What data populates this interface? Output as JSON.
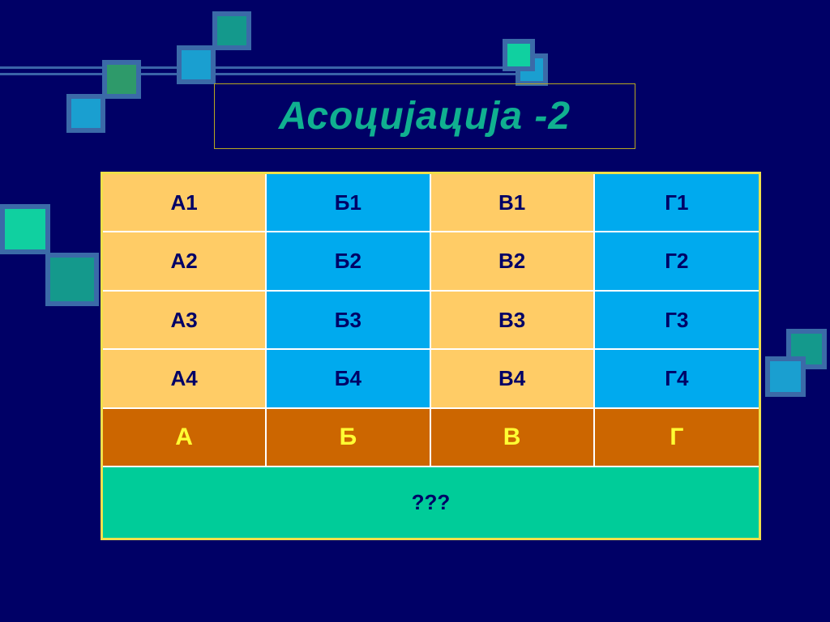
{
  "title": "Асоцијација -2",
  "columns": [
    {
      "cells": [
        "А1",
        "А2",
        "А3",
        "А4"
      ],
      "answer": "А"
    },
    {
      "cells": [
        "Б1",
        "Б2",
        "Б3",
        "Б4"
      ],
      "answer": "Б"
    },
    {
      "cells": [
        "В1",
        "В2",
        "В3",
        "В4"
      ],
      "answer": "В"
    },
    {
      "cells": [
        "Г1",
        "Г2",
        "Г3",
        "Г4"
      ],
      "answer": "Г"
    }
  ],
  "final_answer": "???",
  "colors": {
    "background": "#000066",
    "cell_orange": "#ffcc66",
    "cell_blue": "#00aaee",
    "answer_row": "#cc6600",
    "final_row": "#00cc99",
    "title": "#10b090",
    "border": "#f0e04a"
  }
}
